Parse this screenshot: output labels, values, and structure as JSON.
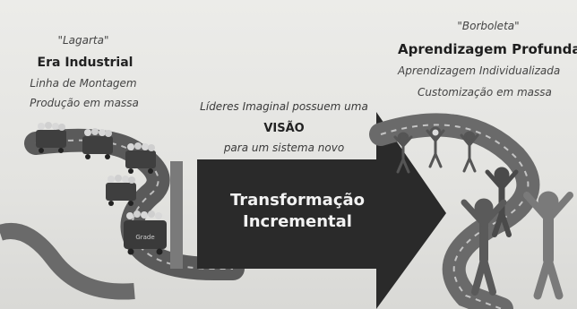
{
  "left": {
    "quote": "\"Lagarta\"",
    "era": "Era Industrial",
    "line1": "Linha de Montagem",
    "line2": "Produção em massa",
    "cart_label": "Grade"
  },
  "middle": {
    "line1": "Líderes Imaginal possuem uma",
    "vision": "VISÃO",
    "line3": "para um sistema novo",
    "arrow_line1": "Transformação",
    "arrow_line2": "Incremental"
  },
  "right": {
    "quote": "\"Borboleta\"",
    "title": "Aprendizagem Profunda",
    "line1": "Aprendizagem Individualizada",
    "line2": "Customização em massa"
  }
}
